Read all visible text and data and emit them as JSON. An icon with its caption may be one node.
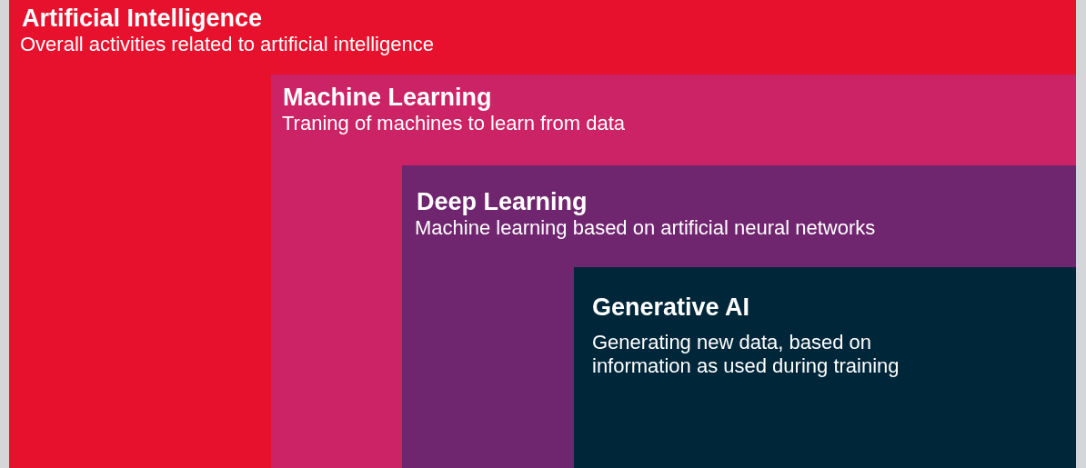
{
  "diagram": {
    "nodes": [
      {
        "text": [
          "Artificial Intelligence",
          "Overall activities related to artificial intelligence"
        ]
      },
      {
        "text": [
          "Machine Learning",
          "Traning of machines to learn from data"
        ],
        "in": 0
      },
      {
        "text": [
          "Deep Learning",
          "Machine learning based on artificial neural networks"
        ],
        "in": 1
      },
      {
        "text": [
          "Generative AI",
          "Generating new data, based on information as used during training"
        ],
        "in": 2
      }
    ]
  }
}
